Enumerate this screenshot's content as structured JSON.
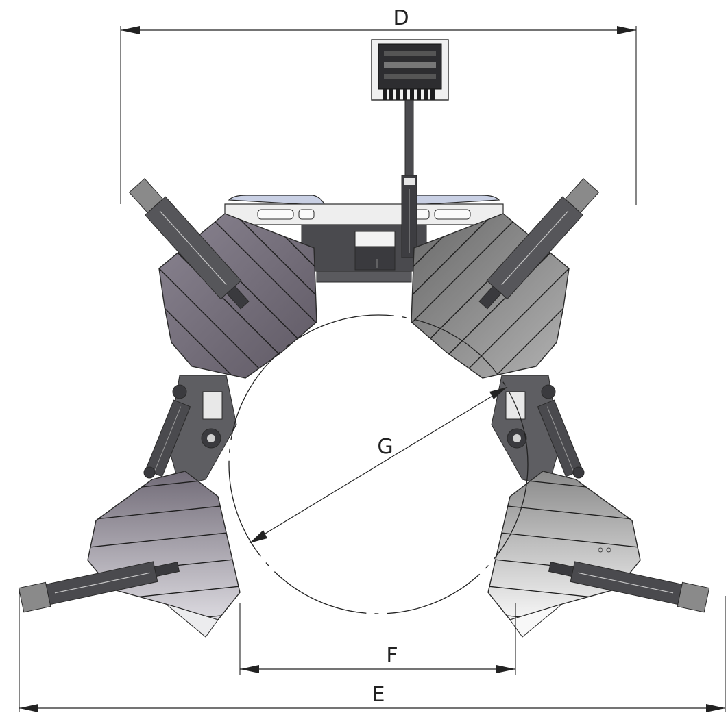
{
  "dimensions": {
    "d": "D",
    "e": "E",
    "f": "F",
    "g": "G"
  },
  "colors": {
    "line": "#222222",
    "outline": "#2a2a2a",
    "frame": "#4a4a4e",
    "shoe_left_dark": "#6c6670",
    "shoe_left_mid": "#8a8491",
    "shoe_right_dark": "#6d6d6d",
    "shoe_right_light": "#b4b4b4",
    "lower_left_top": "#756f7a",
    "lower_left_bottom": "#d8d6dc",
    "lower_right_top": "#8e8e8e",
    "lower_right_bottom": "#f4f4f4",
    "pad": "#c9d0e4",
    "cylinder": "#56565a"
  }
}
